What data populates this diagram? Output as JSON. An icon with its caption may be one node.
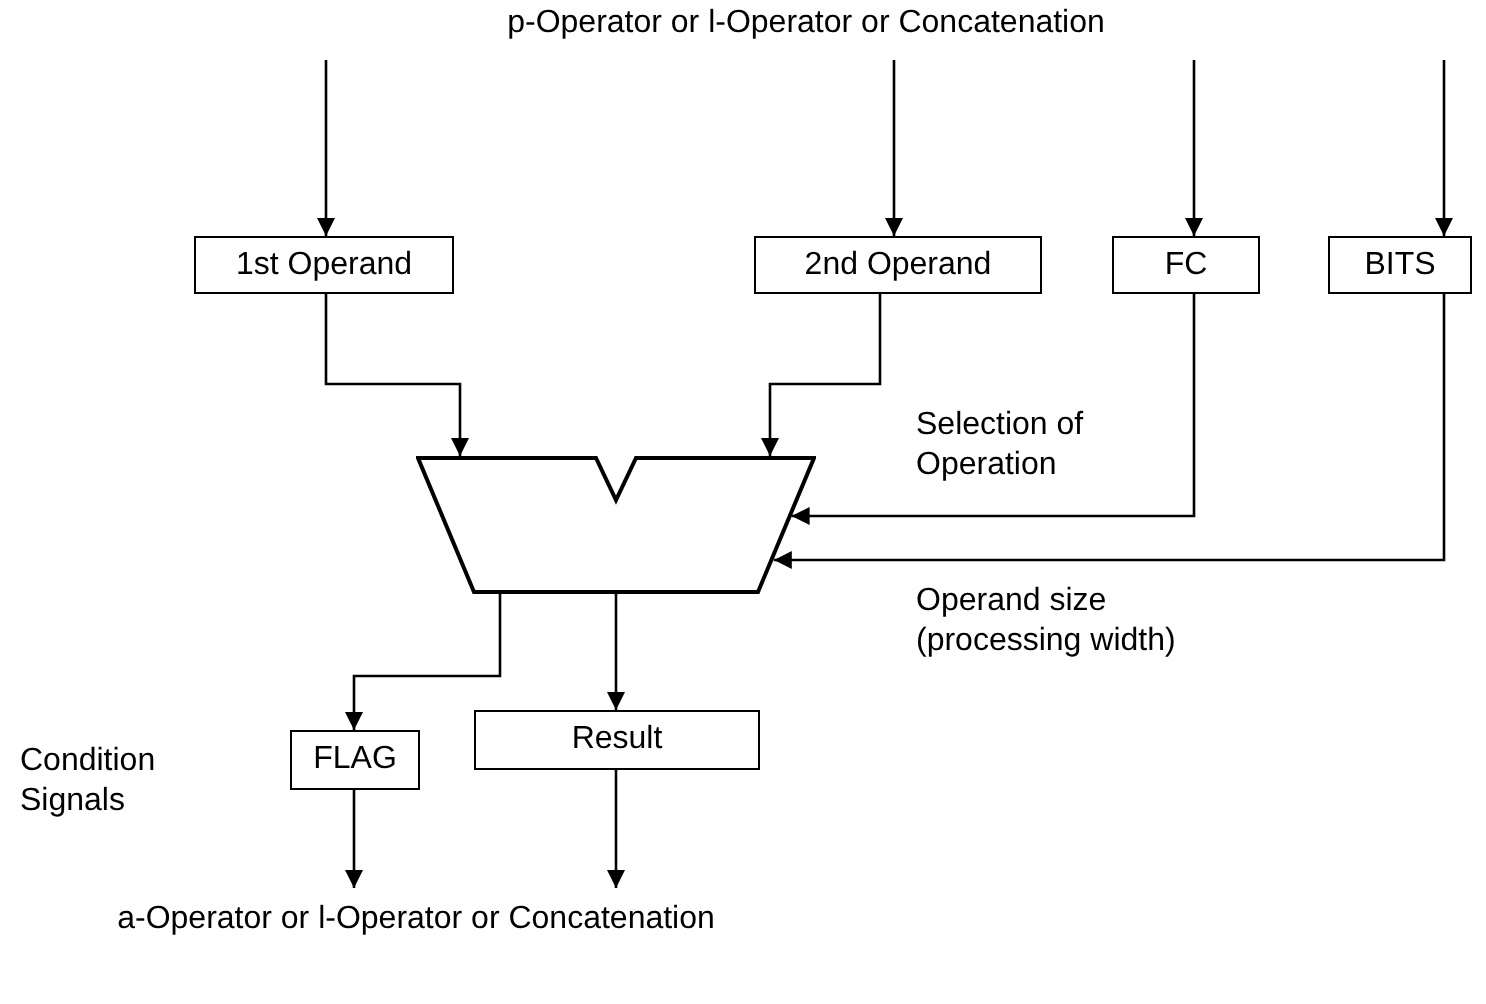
{
  "diagram": {
    "nodes": [
      {
        "text": [
          "p-Operator or l-Operator or Concatenation"
        ]
      },
      {
        "text": [
          "1st Operand"
        ]
      },
      {
        "text": [
          "2nd Operand"
        ]
      },
      {
        "text": [
          "FC"
        ]
      },
      {
        "text": [
          "BITS"
        ]
      },
      {
        "text": [],
        "shape": "trapezoid"
      },
      {
        "text": [
          "FLAG"
        ]
      },
      {
        "text": [
          "Result"
        ]
      },
      {
        "text": [
          "a-Operator or l-Operator or Concatenation"
        ]
      }
    ],
    "edges": [
      {
        "from": null,
        "to": 1,
        "arrow": "to"
      },
      {
        "from": 0,
        "to": 2,
        "arrow": "to"
      },
      {
        "from": null,
        "to": 3,
        "arrow": "to"
      },
      {
        "from": null,
        "to": 4,
        "arrow": "to"
      },
      {
        "from": 1,
        "to": 5,
        "arrow": "to"
      },
      {
        "from": 2,
        "to": 5,
        "arrow": "to"
      },
      {
        "from": 3,
        "to": 5,
        "arrow": "to"
      },
      {
        "from": 4,
        "to": 5,
        "arrow": "to"
      },
      {
        "from": 5,
        "to": 6,
        "arrow": "to"
      },
      {
        "from": 5,
        "to": 7,
        "arrow": "to"
      },
      {
        "from": 6,
        "to": 8,
        "arrow": "to"
      },
      {
        "from": 7,
        "to": 8,
        "arrow": "to"
      }
    ],
    "labels": [
      "Selection of Operation",
      "Operand size (processing width)",
      "Condition Signals"
    ]
  }
}
